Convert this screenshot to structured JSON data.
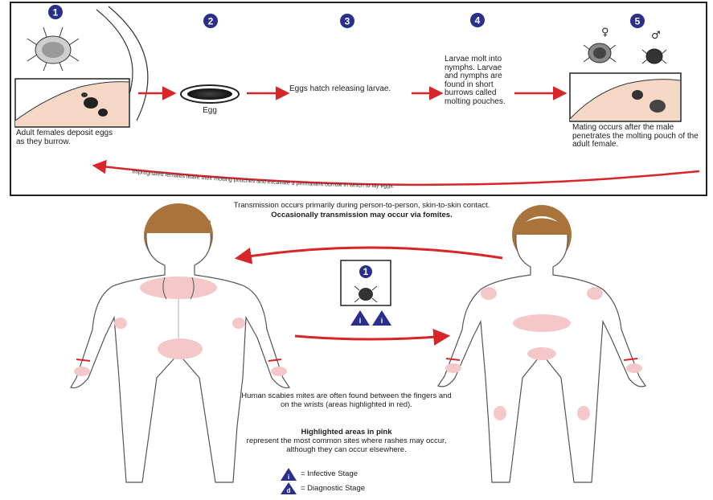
{
  "top_panel": {
    "steps": [
      {
        "number": "1",
        "text": "Adult females deposit eggs as they burrow."
      },
      {
        "number": "2",
        "text": "Egg"
      },
      {
        "number": "3",
        "text": "Eggs hatch releasing larvae."
      },
      {
        "number": "4",
        "text": "Larvae molt into nymphs. Larvae and nymphs are found in short burrows called molting pouches."
      },
      {
        "number": "5",
        "text": "Mating occurs after the male penetrates the molting pouch of the adult female."
      }
    ],
    "sex_symbols": {
      "female": "♀",
      "male": "♂"
    },
    "return_arrow_text": "Impregnated females leave their molting pouches and excavate a permanent burrow in which to lay eggs."
  },
  "transmission": {
    "line1": "Transmission occurs primarily during person-to-person, skin-to-skin contact.",
    "line2": "Occasionally transmission may occur via fomites."
  },
  "center_box": {
    "number": "1",
    "stage_markers": [
      "i",
      "i"
    ]
  },
  "body_notes": {
    "mites_found": "Human scabies mites are often found between the fingers and on the wrists (areas highlighted in red).",
    "highlight_note_bold": "Highlighted areas in pink",
    "highlight_note_rest": "represent the most common sites where rashes may occur, although they can occur elsewhere."
  },
  "legend": [
    {
      "symbol": "i",
      "label": "= Infective Stage"
    },
    {
      "symbol": "d",
      "label": "= Diagnostic Stage"
    }
  ],
  "colors": {
    "circle_blue": "#2a2f8c",
    "arrow_red": "#d8252a",
    "rash_pink": "#f4c8c8",
    "hair_brown": "#a8743c"
  }
}
